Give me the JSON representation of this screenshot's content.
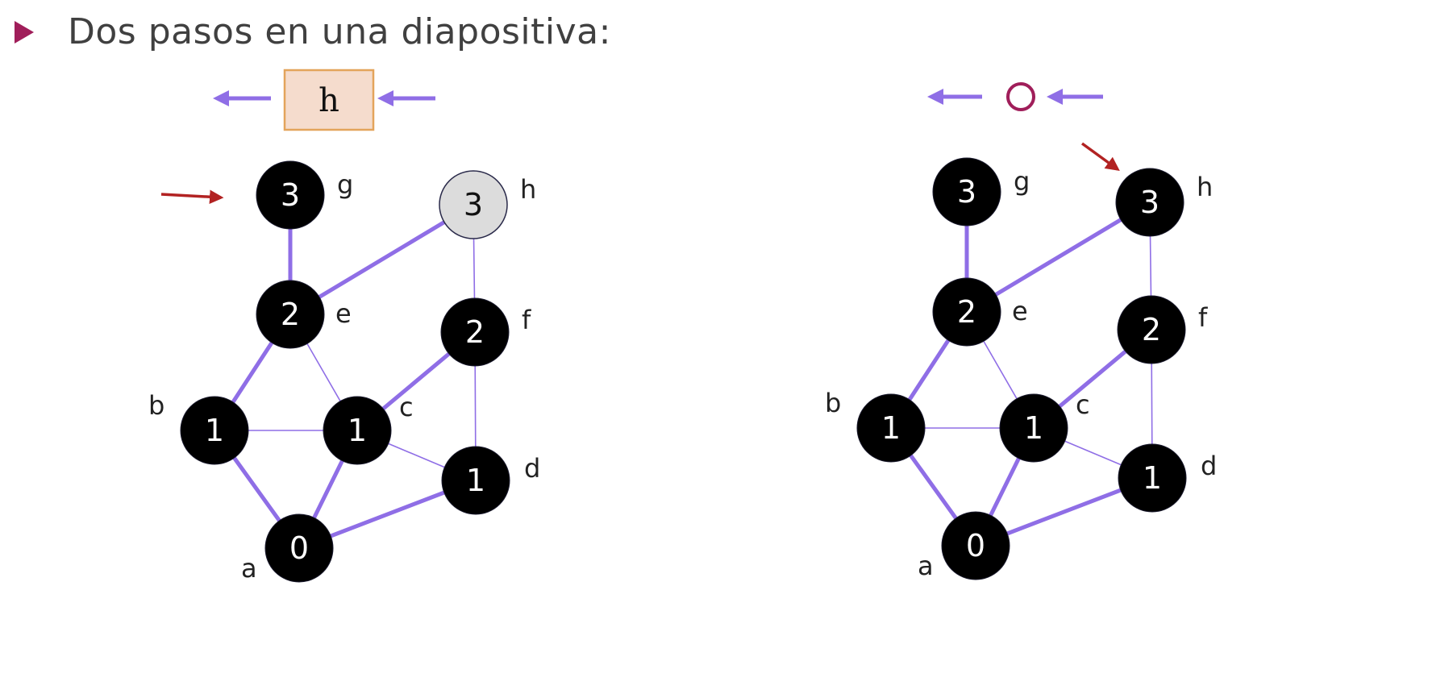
{
  "slide": {
    "title": "Dos pasos en una diapositiva:"
  },
  "colors": {
    "bullet": "#a01e5a",
    "edge": "#8f6ee6",
    "node_fill": "#000000",
    "node_text": "#ffffff",
    "highlight_fill": "#dcdcdc",
    "highlight_text": "#111111",
    "pointer_arrow": "#b22222",
    "queue_box_fill": "#f5dccd",
    "queue_box_stroke": "#e3a45b",
    "empty_marker": "#a01e5a"
  },
  "left_graph": {
    "queue_contents": "h",
    "nodes": [
      {
        "id": "a",
        "distance": "0",
        "state": "visited"
      },
      {
        "id": "b",
        "distance": "1",
        "state": "visited"
      },
      {
        "id": "c",
        "distance": "1",
        "state": "visited"
      },
      {
        "id": "d",
        "distance": "1",
        "state": "visited"
      },
      {
        "id": "e",
        "distance": "2",
        "state": "visited"
      },
      {
        "id": "f",
        "distance": "2",
        "state": "visited"
      },
      {
        "id": "g",
        "distance": "3",
        "state": "current"
      },
      {
        "id": "h",
        "distance": "3",
        "state": "discovered"
      }
    ],
    "pointer_at": "g"
  },
  "right_graph": {
    "queue_contents": "empty",
    "nodes": [
      {
        "id": "a",
        "distance": "0",
        "state": "visited"
      },
      {
        "id": "b",
        "distance": "1",
        "state": "visited"
      },
      {
        "id": "c",
        "distance": "1",
        "state": "visited"
      },
      {
        "id": "d",
        "distance": "1",
        "state": "visited"
      },
      {
        "id": "e",
        "distance": "2",
        "state": "visited"
      },
      {
        "id": "f",
        "distance": "2",
        "state": "visited"
      },
      {
        "id": "g",
        "distance": "3",
        "state": "visited"
      },
      {
        "id": "h",
        "distance": "3",
        "state": "current"
      }
    ],
    "pointer_at": "h"
  },
  "edges": [
    {
      "from": "a",
      "to": "b",
      "tree": true
    },
    {
      "from": "a",
      "to": "c",
      "tree": true
    },
    {
      "from": "a",
      "to": "d",
      "tree": true
    },
    {
      "from": "b",
      "to": "e",
      "tree": true
    },
    {
      "from": "c",
      "to": "f",
      "tree": true
    },
    {
      "from": "e",
      "to": "g",
      "tree": true
    },
    {
      "from": "e",
      "to": "h",
      "tree": true
    },
    {
      "from": "b",
      "to": "c",
      "tree": false
    },
    {
      "from": "c",
      "to": "d",
      "tree": false
    },
    {
      "from": "c",
      "to": "e",
      "tree": false
    },
    {
      "from": "d",
      "to": "f",
      "tree": false
    },
    {
      "from": "f",
      "to": "h",
      "tree": false
    }
  ]
}
